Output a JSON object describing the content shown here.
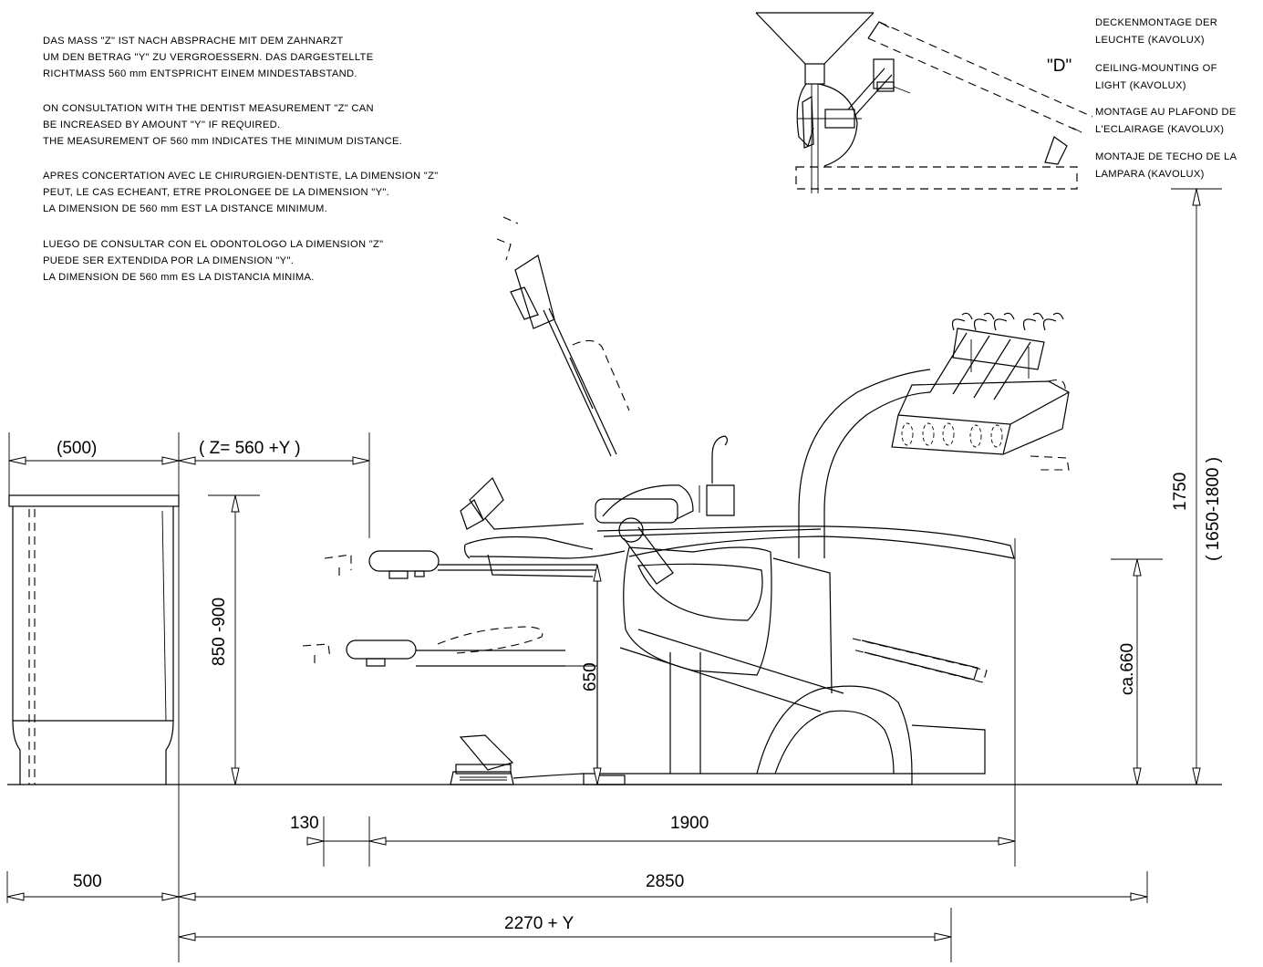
{
  "notes": {
    "de": [
      "DAS MASS \"Z\" IST NACH ABSPRACHE MIT DEM ZAHNARZT",
      "UM DEN BETRAG \"Y\" ZU VERGROESSERN. DAS DARGESTELLTE",
      "RICHTMASS 560 mm ENTSPRICHT EINEM MINDESTABSTAND."
    ],
    "en": [
      "ON CONSULTATION WITH THE DENTIST MEASUREMENT \"Z\" CAN",
      "BE INCREASED BY AMOUNT \"Y\" IF REQUIRED.",
      "THE MEASUREMENT OF 560 mm INDICATES THE MINIMUM DISTANCE."
    ],
    "fr": [
      "APRES CONCERTATION AVEC LE CHIRURGIEN-DENTISTE, LA DIMENSION \"Z\"",
      "PEUT, LE CAS ECHEANT, ETRE PROLONGEE DE LA DIMENSION \"Y\".",
      "LA DIMENSION DE 560 mm EST LA DISTANCE MINIMUM."
    ],
    "es": [
      "LUEGO DE CONSULTAR CON EL ODONTOLOGO LA DIMENSION \"Z\"",
      "PUEDE SER EXTENDIDA POR LA DIMENSION \"Y\".",
      "LA DIMENSION DE 560 mm ES LA DISTANCIA MINIMA."
    ]
  },
  "ceiling_notes": [
    "DECKENMONTAGE DER",
    "LEUCHTE (KAVOLUX)",
    "CEILING-MOUNTING OF",
    "LIGHT (KAVOLUX)",
    "MONTAGE AU PLAFOND DE",
    "L'ECLAIRAGE (KAVOLUX)",
    "MONTAJE DE TECHO DE LA",
    "LAMPARA (KAVOLUX)"
  ],
  "label_d": "\"D\"",
  "dimensions": {
    "cabinet_width": "(500)",
    "z_dimension": "( Z= 560 +Y )",
    "cabinet_height": "850 -900",
    "seat_height": "650",
    "light_height": "1750",
    "light_range": "( 1650-1800 )",
    "tray_height": "ca.660",
    "d130": "130",
    "d1900": "1900",
    "d500": "500",
    "d2850": "2850",
    "d2270": "2270  +  Y"
  }
}
